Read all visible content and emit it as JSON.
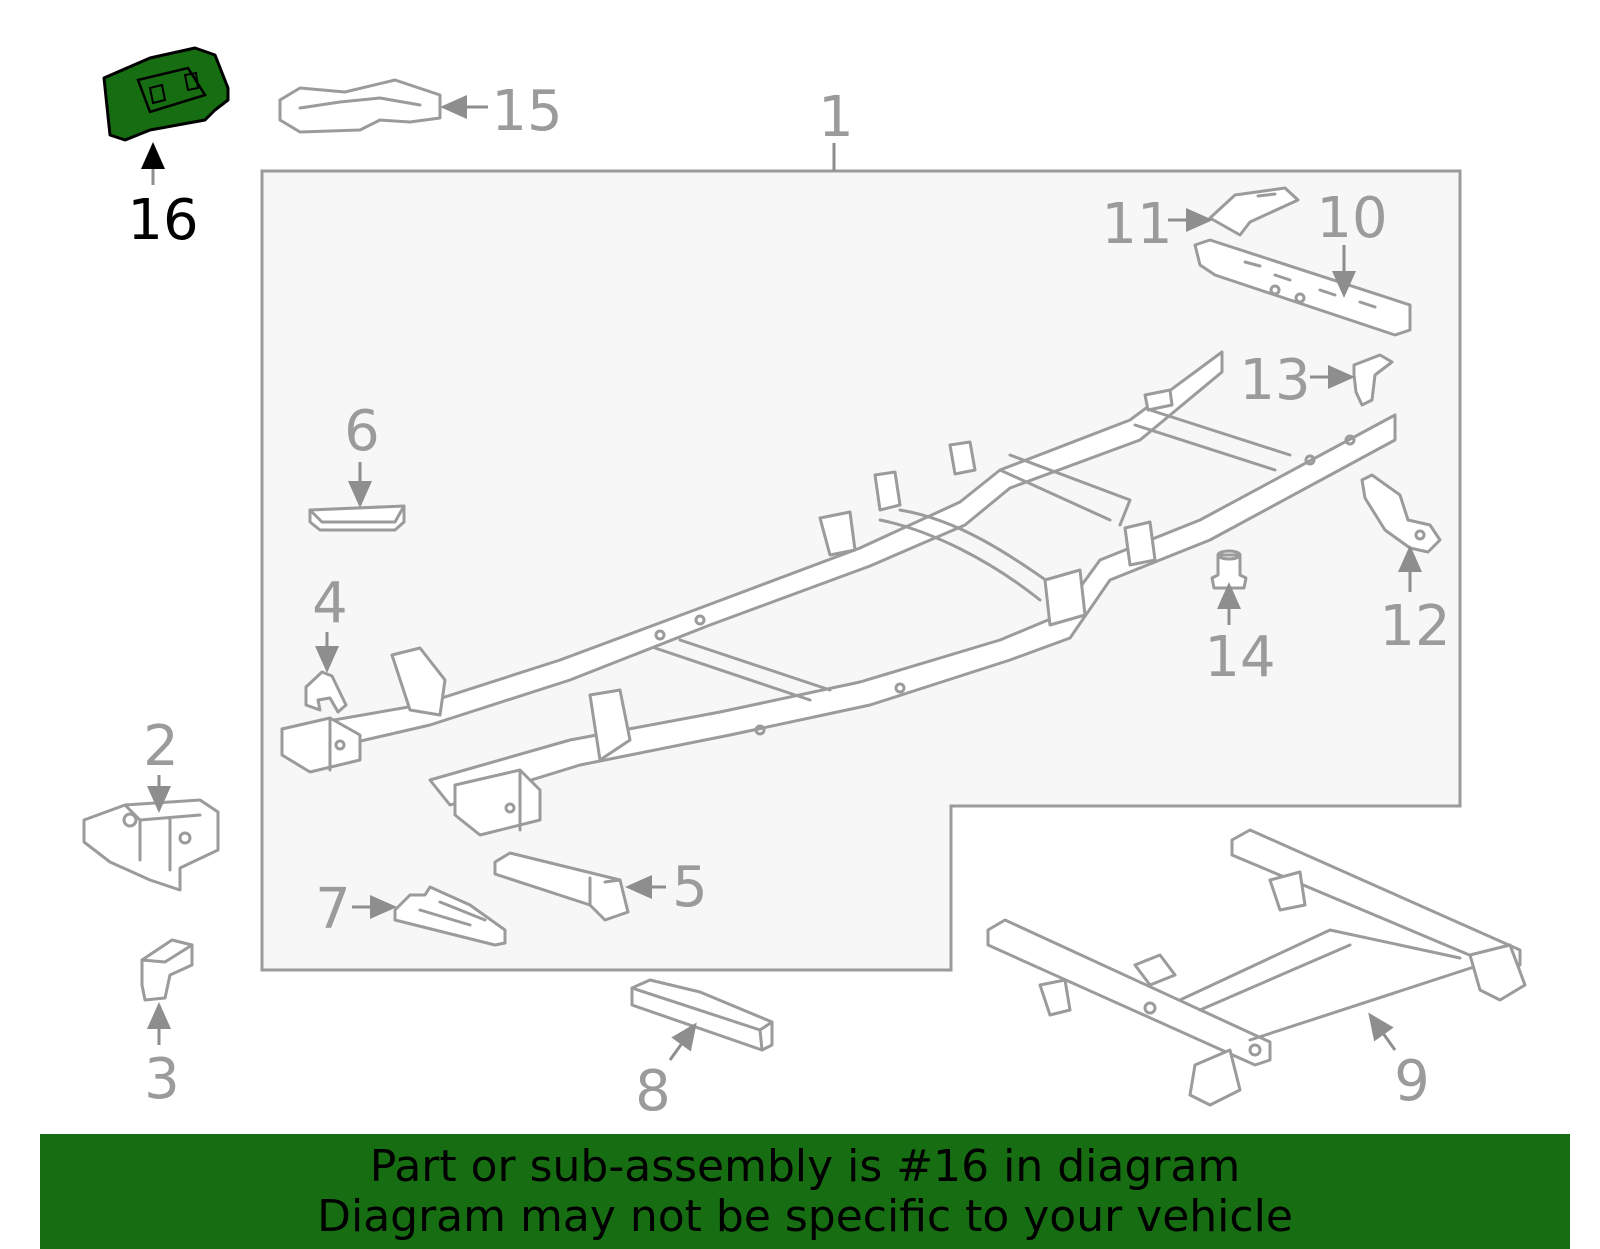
{
  "callouts": {
    "c1": "1",
    "c2": "2",
    "c3": "3",
    "c4": "4",
    "c5": "5",
    "c6": "6",
    "c7": "7",
    "c8": "8",
    "c9": "9",
    "c10": "10",
    "c11": "11",
    "c12": "12",
    "c13": "13",
    "c14": "14",
    "c15": "15",
    "c16": "16"
  },
  "highlight": {
    "part_number": "16",
    "color": "#176d12"
  },
  "banner": {
    "line1": "Part or sub-assembly is #16 in diagram",
    "line2": "Diagram may not be specific to your vehicle"
  },
  "colors": {
    "line": "#9b9b9b",
    "panel": "#f7f7f7",
    "highlight_text": "#000000"
  }
}
